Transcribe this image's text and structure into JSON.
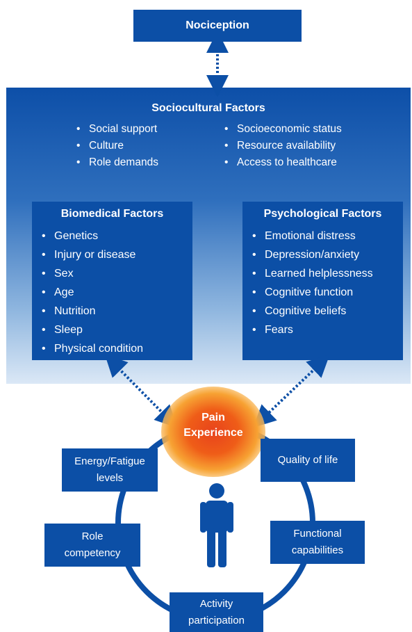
{
  "nociception": "Nociception",
  "sociocultural": {
    "title": "Sociocultural Factors",
    "left": [
      "Social support",
      "Culture",
      "Role demands"
    ],
    "right": [
      "Socioeconomic status",
      "Resource availability",
      "Access to healthcare"
    ]
  },
  "biomedical": {
    "title": "Biomedical Factors",
    "items": [
      "Genetics",
      "Injury or disease",
      "Sex",
      "Age",
      "Nutrition",
      "Sleep",
      "Physical condition"
    ]
  },
  "psychological": {
    "title": "Psychological Factors",
    "items": [
      "Emotional distress",
      "Depression/anxiety",
      "Learned helplessness",
      "Cognitive function",
      "Cognitive beliefs",
      "Fears"
    ]
  },
  "pain": {
    "line1": "Pain",
    "line2": "Experience"
  },
  "outcomes": {
    "energy": {
      "line1": "Energy/Fatigue",
      "line2": "levels"
    },
    "quality": {
      "line1": "Quality of life"
    },
    "role": {
      "line1": "Role",
      "line2": "competency"
    },
    "functional": {
      "line1": "Functional",
      "line2": "capabilities"
    },
    "activity": {
      "line1": "Activity",
      "line2": "participation"
    }
  },
  "colors": {
    "box": "#0c4fa6",
    "arrow": "#0c4fa6",
    "glow_core": "#e8431c",
    "glow_outer": "#f7a233"
  },
  "icons": [
    "person-icon"
  ]
}
